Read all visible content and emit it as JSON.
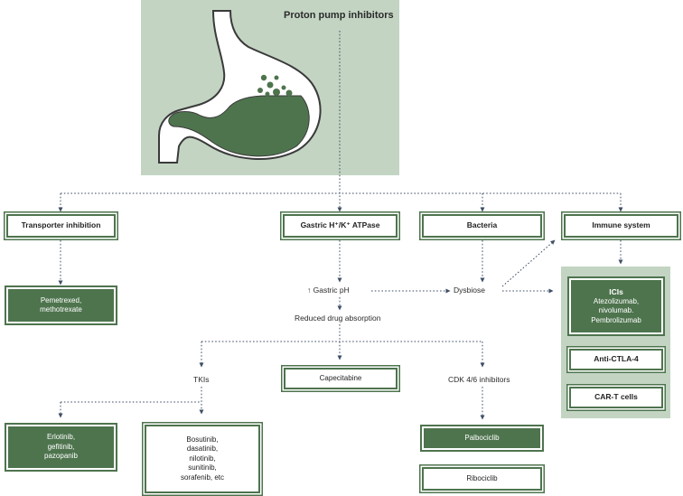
{
  "title": "Proton pump inhibitors",
  "mechanisms": {
    "transporter": "Transporter inhibition",
    "atpase": "Gastric H⁺/K⁺ ATPase",
    "bacteria": "Bacteria",
    "immune": "Immune system"
  },
  "transporter_drugs": [
    "Pemetrexed,",
    "methotrexate"
  ],
  "ph_label": "↑ Gastric pH",
  "dysbiose_label": "Dysbiose",
  "reduced_absorption": "Reduced drug absorption",
  "tkis_label": "TKIs",
  "capecitabine": "Capecitabine",
  "cdk_label": "CDK 4/6 inhibitors",
  "tki_group_a": [
    "Erlotinib,",
    "gefitinib,",
    "pazopanib"
  ],
  "tki_group_b": [
    "Bosutinib,",
    "dasatinib,",
    "nilotinib,",
    "sunitinib,",
    "sorafenib, etc"
  ],
  "palbociclib": "Palbociclib",
  "ribociclib": "Ribociclib",
  "icis": {
    "heading": "ICIs",
    "drugs": [
      "Atezolizumab,",
      "nivolumab.",
      "Pembrolizumab"
    ]
  },
  "anti_ctla4": "Anti-CTLA-4",
  "car_t": "CAR-T cells",
  "colors": {
    "dark_green": "#4e744e",
    "panel_green": "#c3d4c3",
    "arrow": "#3e4e66"
  },
  "icons": [
    "stomach-illustration"
  ]
}
